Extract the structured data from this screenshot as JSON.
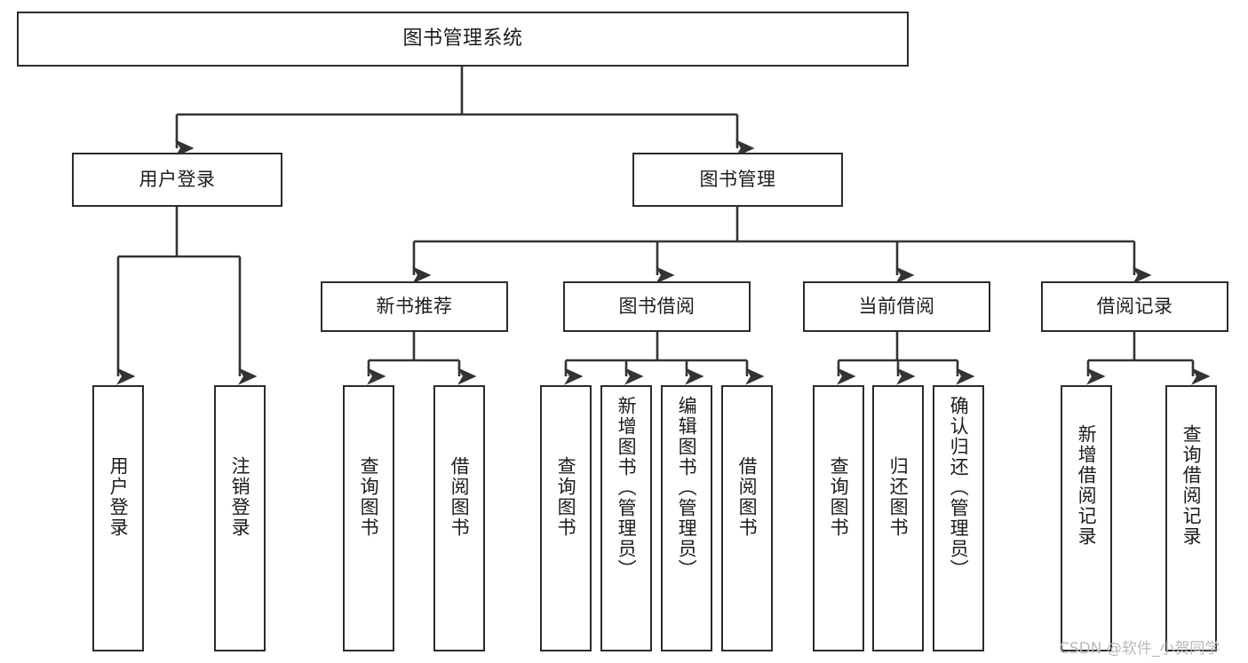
{
  "diagram": {
    "title": "图书管理系统",
    "type": "tree-hierarchy",
    "orientation": "top-down",
    "watermark": "CSDN @软件_小贺同学",
    "style": {
      "box_border_color": "#2b2b2b",
      "box_fill_color": "#ffffff",
      "connector_color": "#333333",
      "text_color": "#1c1c1c",
      "background_color": "#ffffff",
      "watermark_color": "#b9b9b9"
    }
  },
  "nodes": {
    "root": {
      "label": "图书管理系统"
    },
    "level1": [
      {
        "id": "user-login",
        "label": "用户登录"
      },
      {
        "id": "book-manage",
        "label": "图书管理"
      }
    ],
    "level2": [
      {
        "id": "new-book-recommend",
        "label": "新书推荐"
      },
      {
        "id": "book-borrow",
        "label": "图书借阅"
      },
      {
        "id": "current-borrow",
        "label": "当前借阅"
      },
      {
        "id": "borrow-record",
        "label": "借阅记录"
      }
    ],
    "leaves": {
      "user_login": [
        {
          "id": "leaf-user-login",
          "label": "用户登录"
        },
        {
          "id": "leaf-logout-login",
          "label": "注销登录"
        }
      ],
      "new_book_recommend": [
        {
          "id": "leaf-query-book-1",
          "label": "查询图书"
        },
        {
          "id": "leaf-borrow-book-1",
          "label": "借阅图书"
        }
      ],
      "book_borrow": [
        {
          "id": "leaf-query-book-2",
          "label": "查询图书"
        },
        {
          "id": "leaf-add-book",
          "label": "新增图书（管理员）"
        },
        {
          "id": "leaf-edit-book",
          "label": "编辑图书（管理员）"
        },
        {
          "id": "leaf-borrow-book-2",
          "label": "借阅图书"
        }
      ],
      "current_borrow": [
        {
          "id": "leaf-query-book-3",
          "label": "查询图书"
        },
        {
          "id": "leaf-return-book",
          "label": "归还图书"
        },
        {
          "id": "leaf-confirm-return",
          "label": "确认归还（管理员）"
        }
      ],
      "borrow_record": [
        {
          "id": "leaf-add-record",
          "label": "新增借阅记录"
        },
        {
          "id": "leaf-query-record",
          "label": "查询借阅记录"
        }
      ]
    }
  }
}
